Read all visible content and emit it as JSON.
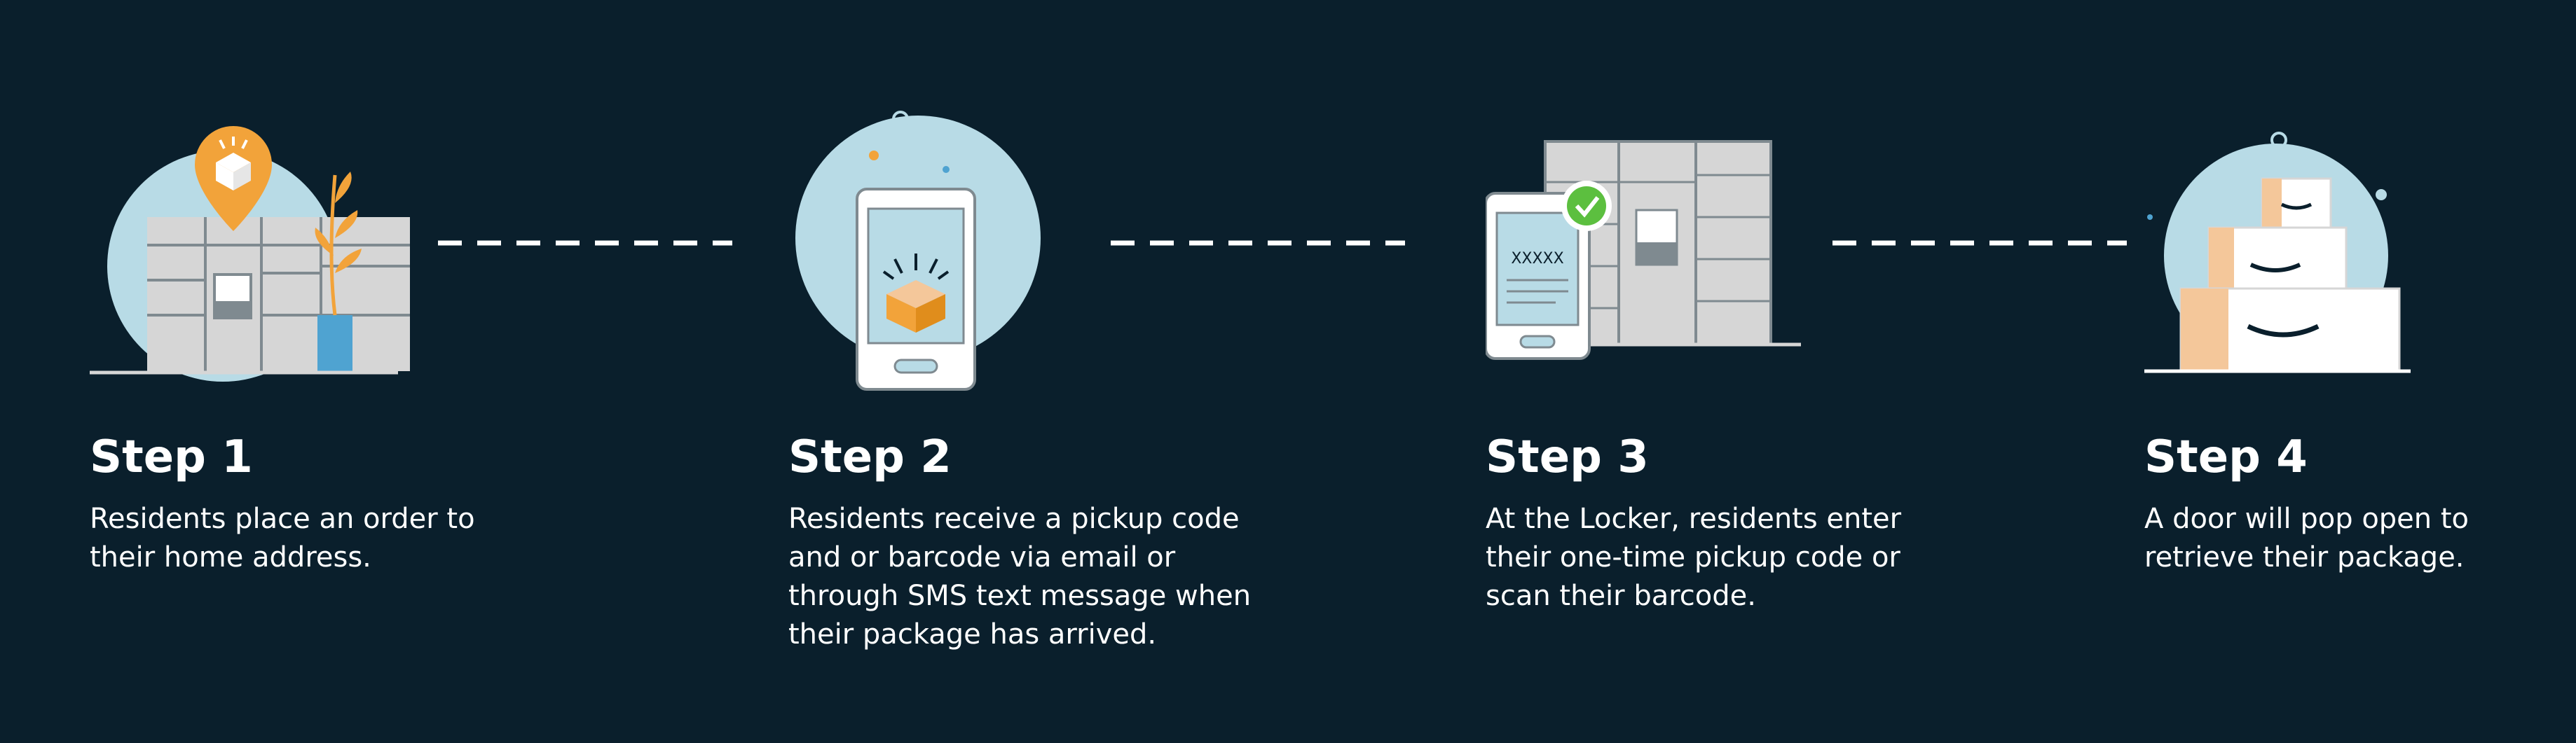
{
  "colors": {
    "background": "#0a1f2c",
    "circle": "#b8dbe6",
    "locker_gray": "#d6d6d6",
    "locker_line": "#7f8a90",
    "orange": "#f2a33a",
    "box_light": "#f4c79a",
    "check_green": "#5cbf3f",
    "dash": "#ffffff"
  },
  "steps": [
    {
      "title": "Step 1",
      "description": "Residents place an order to their home address.",
      "icon": "locker-with-location-pin-icon"
    },
    {
      "title": "Step 2",
      "description": "Residents receive a pickup code and or barcode via email or through SMS text message when their package has arrived.",
      "icon": "phone-with-package-notification-icon"
    },
    {
      "title": "Step 3",
      "description": "At the Locker, residents enter their one-time pickup code or scan their barcode.",
      "icon": "phone-scan-at-locker-icon",
      "phone_code": "XXXXX"
    },
    {
      "title": "Step 4",
      "description": "A door will pop open to retrieve their package.",
      "icon": "stacked-packages-icon"
    }
  ]
}
